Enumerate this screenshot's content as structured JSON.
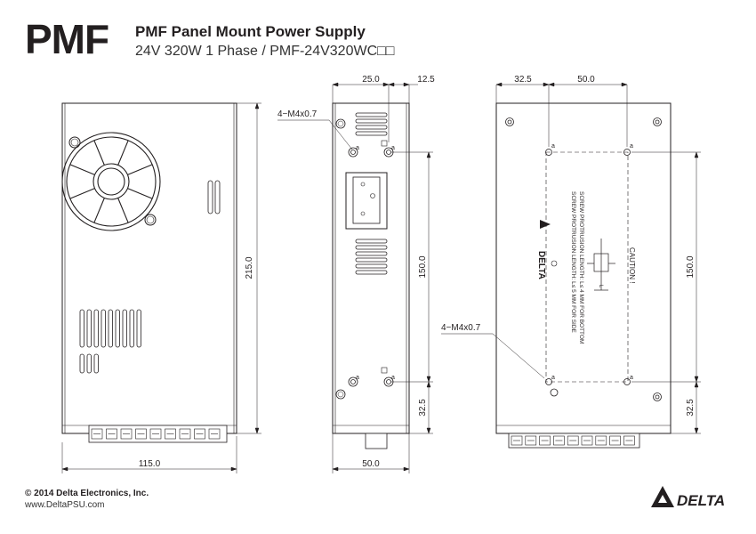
{
  "header": {
    "brand": "PMF",
    "title": "PMF Panel Mount Power Supply",
    "subtitle": "24V 320W 1 Phase / PMF-24V320WC□□"
  },
  "dimensions": {
    "front_width": "115.0",
    "front_height": "215.0",
    "side_top_a": "25.0",
    "side_top_b": "12.5",
    "side_hole_spacing": "150.0",
    "side_bottom": "32.5",
    "side_width": "50.0",
    "side_screw": "4−M4x0.7",
    "back_top_a": "32.5",
    "back_top_b": "50.0",
    "back_hole_spacing": "150.0",
    "back_bottom": "32.5",
    "back_screw": "4−M4x0.7"
  },
  "hole_marker": "a",
  "label": {
    "line1": "SCREW PROTRUSION LENGTH: L≤ 4 MM FOR BOTTOM",
    "line2": "SCREW PROTRUSION LENGTH: L≤ 5 MM FOR SIDE",
    "caution": "CAUTION !",
    "l_mark": "L",
    "brand": "DELTA"
  },
  "footer": {
    "copyright": "© 2014 Delta Electronics, Inc.",
    "website": "www.DeltaPSU.com"
  },
  "logo": {
    "text": "DELTA"
  }
}
